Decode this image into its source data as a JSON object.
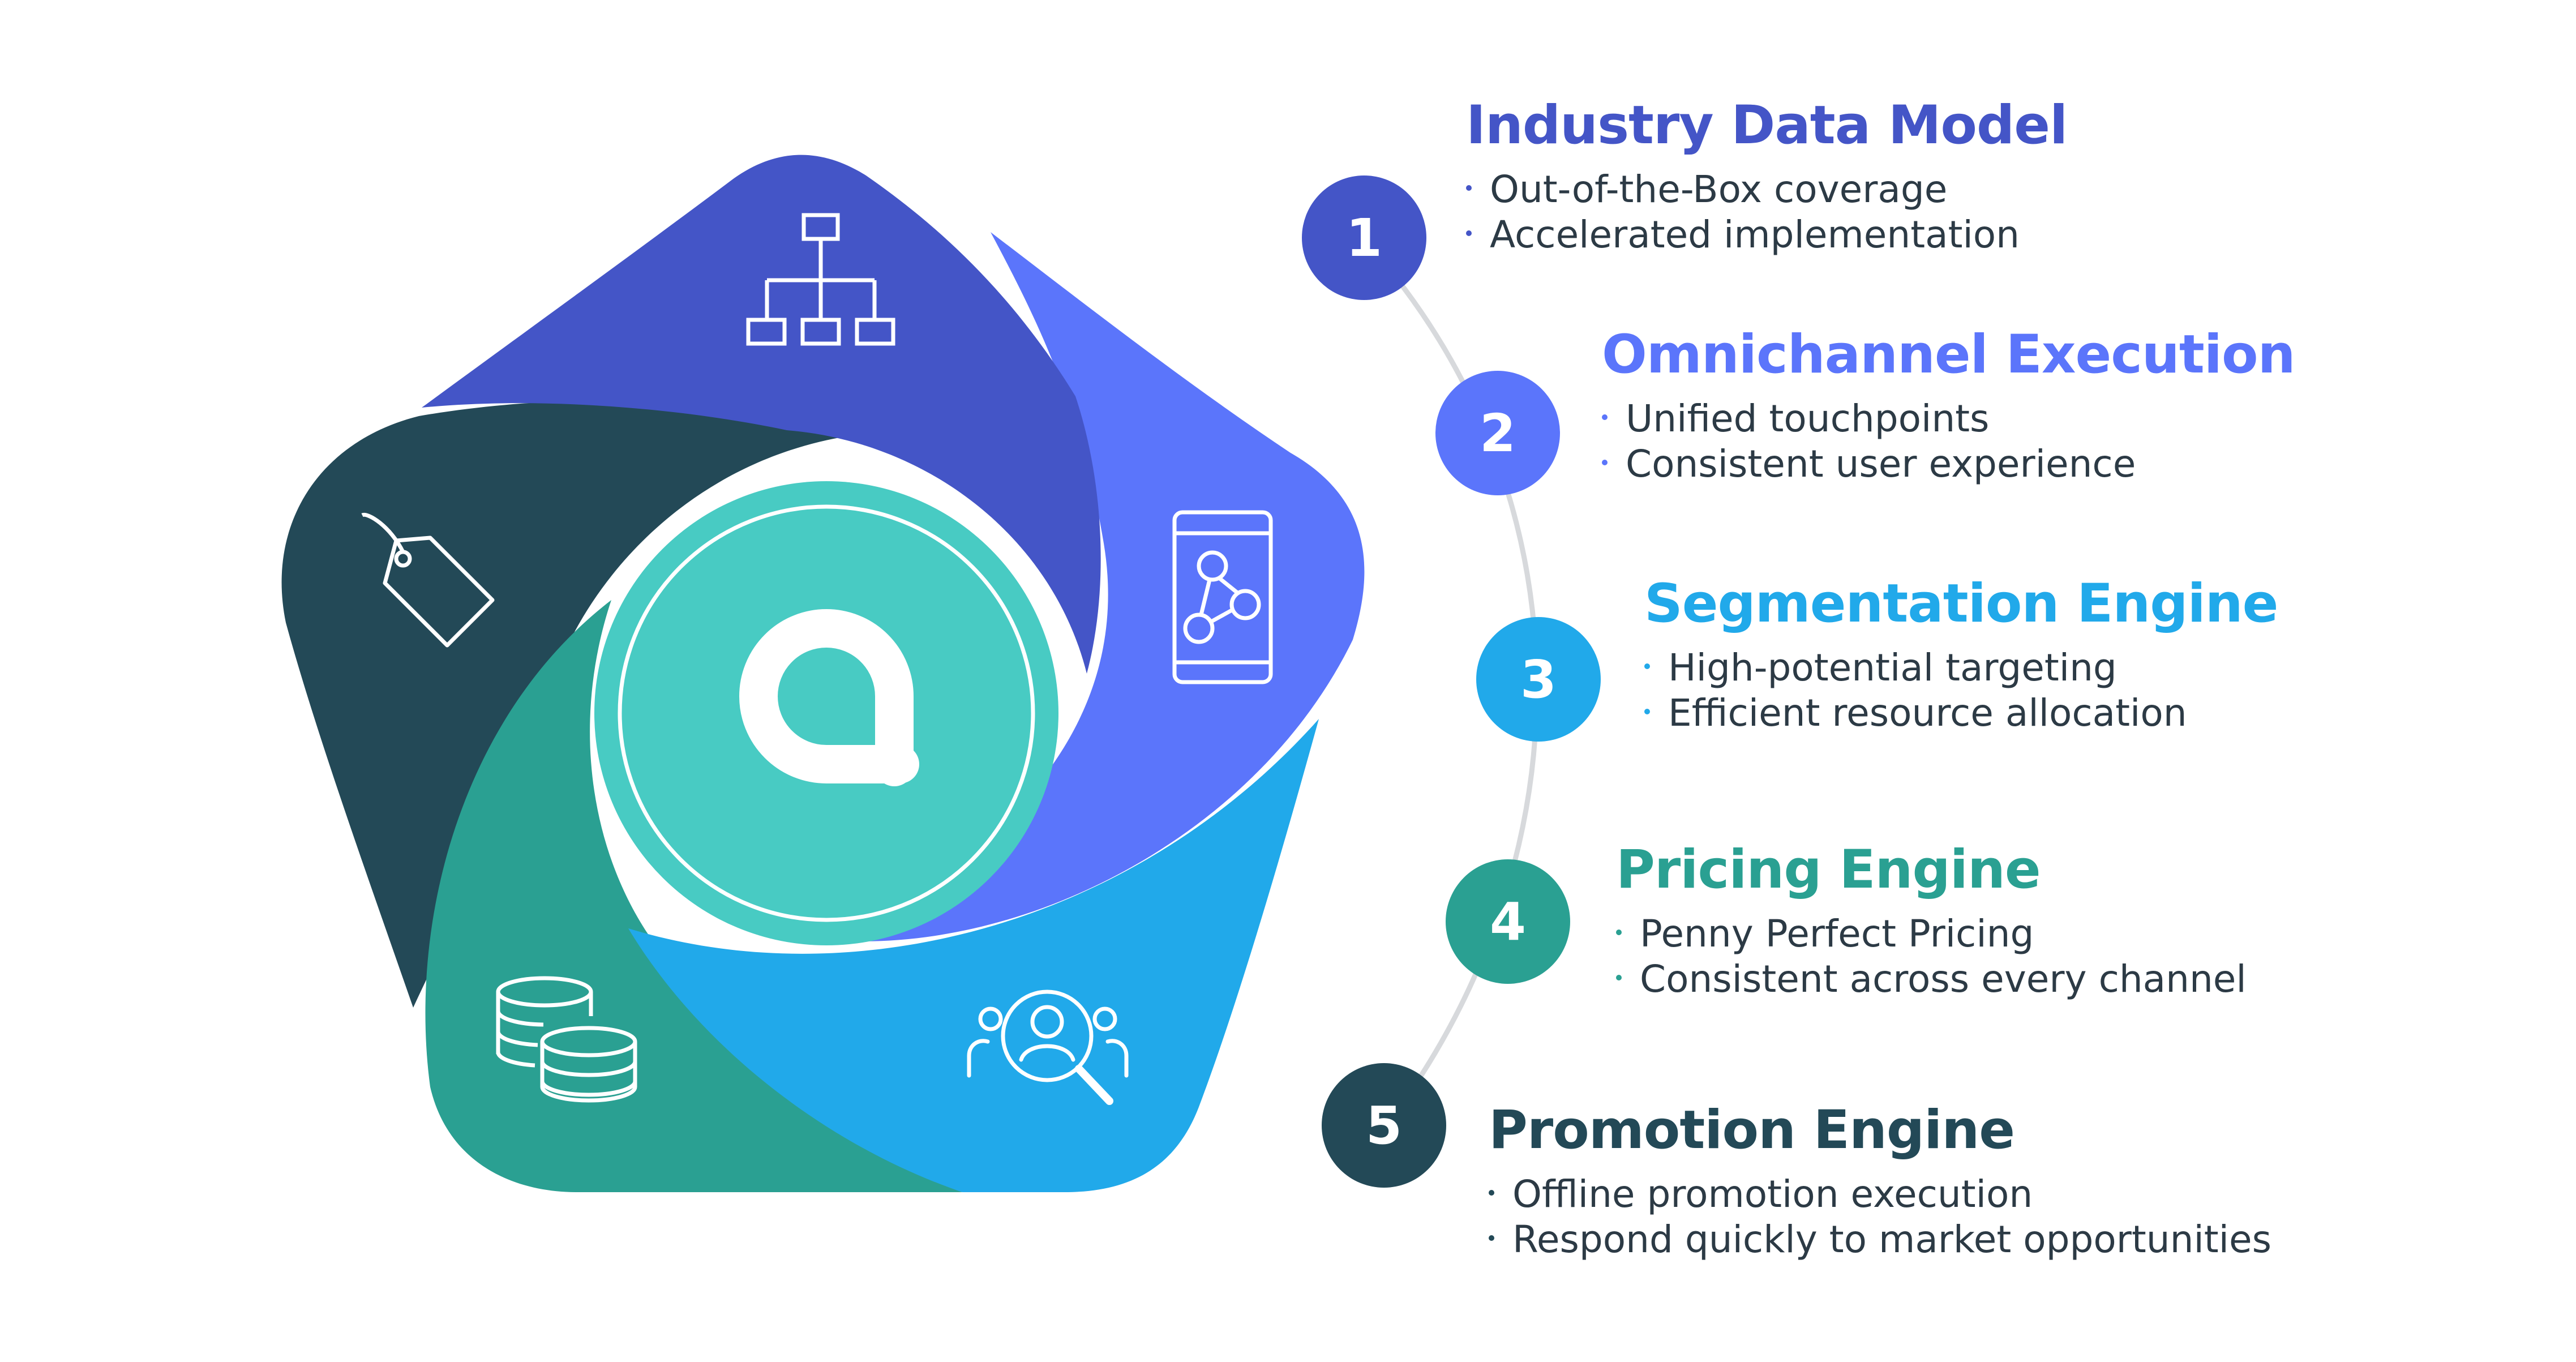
{
  "brand": {
    "logo": "brand-logo-icon"
  },
  "colors": {
    "c1": "#4455c7",
    "c2": "#5b75fb",
    "c3": "#21a9ea",
    "c4": "#2aa092",
    "c5": "#234957",
    "center": "#48cbc3"
  },
  "features": [
    {
      "number": "1",
      "title": "Industry Data Model",
      "icon": "hierarchy-icon",
      "bullets": [
        "Out-of-the-Box coverage",
        "Accelerated implementation"
      ]
    },
    {
      "number": "2",
      "title": "Omnichannel Execution",
      "icon": "mobile-network-icon",
      "bullets": [
        "Unified touchpoints",
        "Consistent user experience"
      ]
    },
    {
      "number": "3",
      "title": "Segmentation Engine",
      "icon": "user-search-icon",
      "bullets": [
        "High-potential targeting",
        "Efficient resource allocation"
      ]
    },
    {
      "number": "4",
      "title": "Pricing Engine",
      "icon": "coins-icon",
      "bullets": [
        "Penny Perfect Pricing",
        "Consistent across every channel"
      ]
    },
    {
      "number": "5",
      "title": "Promotion Engine",
      "icon": "price-tag-icon",
      "bullets": [
        "Offline promotion execution",
        "Respond quickly to market opportunities"
      ]
    }
  ]
}
